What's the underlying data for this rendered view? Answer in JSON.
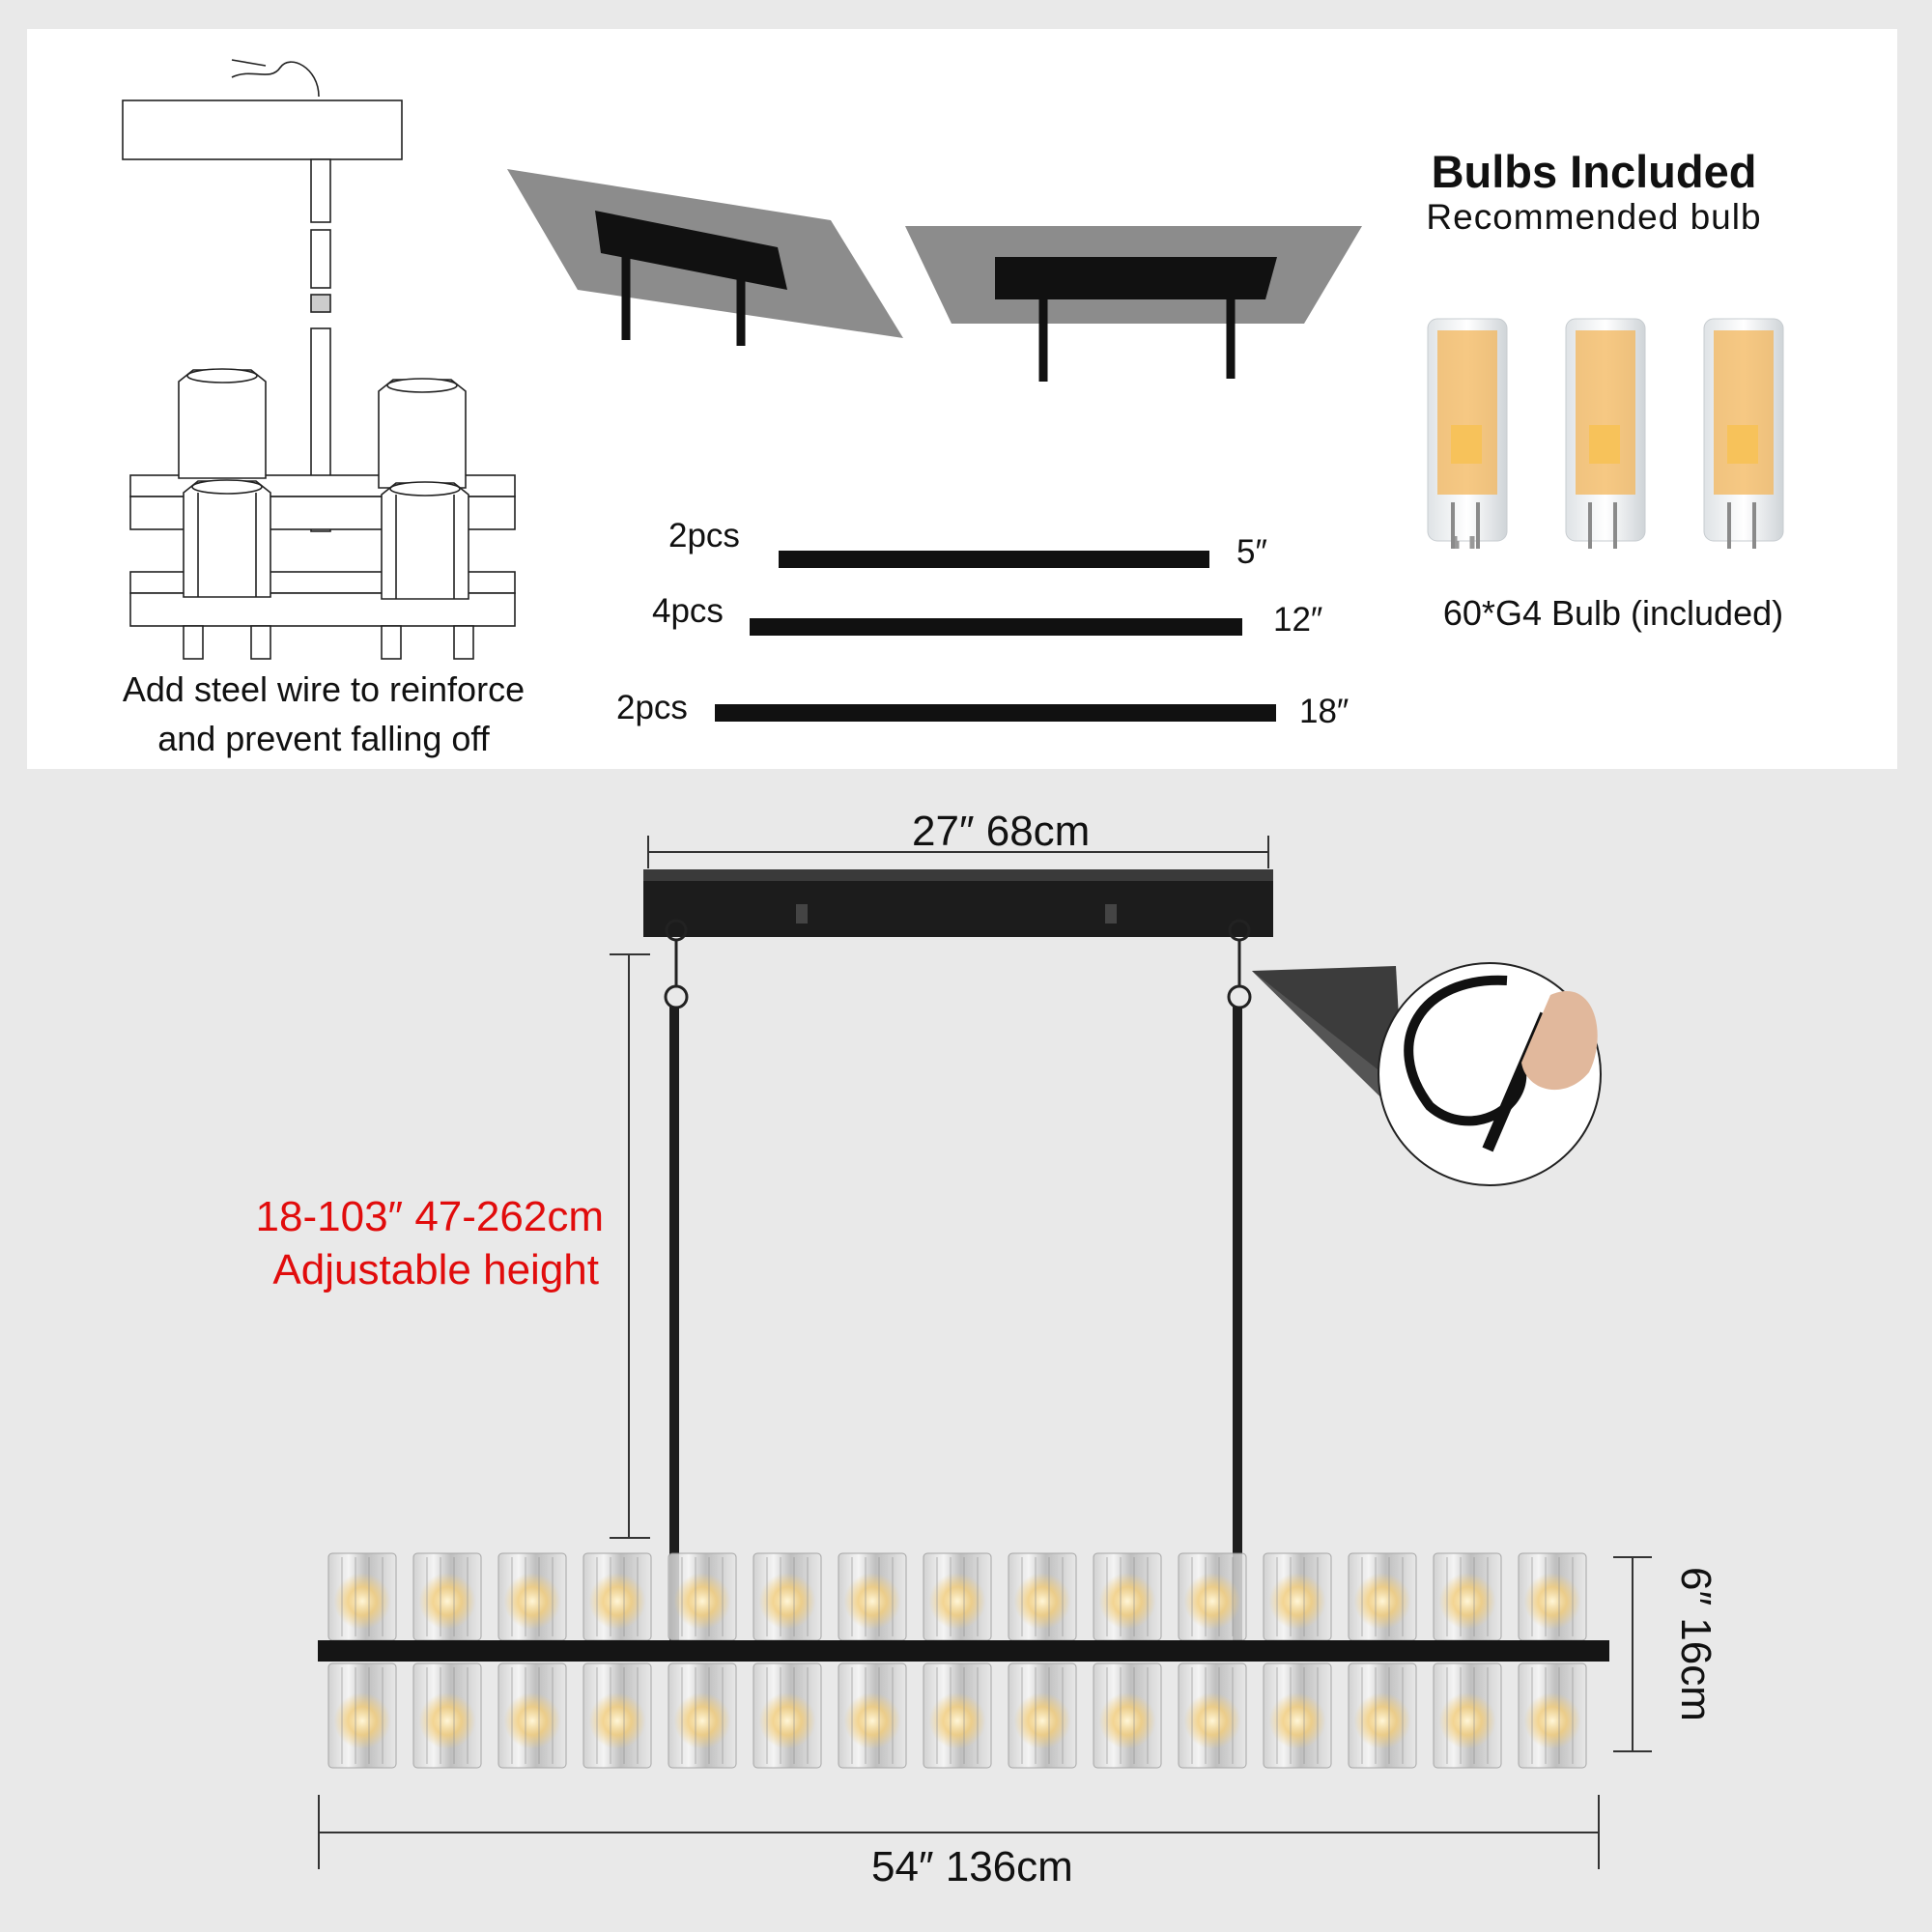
{
  "install": {
    "steel_wire_caption": "Add steel wire to reinforce and prevent falling off"
  },
  "rods": [
    {
      "qty": "2pcs",
      "length": "5″"
    },
    {
      "qty": "4pcs",
      "length": "12″"
    },
    {
      "qty": "2pcs",
      "length": "18″"
    }
  ],
  "bulbs": {
    "title": "Bulbs Included",
    "subtitle": "Recommended bulb",
    "caption": "60*G4 Bulb (included)"
  },
  "dimensions": {
    "canopy_width": "27″  68cm",
    "height_range": "18-103″ 47-262cm",
    "height_label": "Adjustable height",
    "fixture_height": "6″ 16cm",
    "fixture_width": "54″  136cm"
  },
  "colors": {
    "background": "#e9e9e9",
    "panel": "#ffffff",
    "metal": "#1a1a1a",
    "highlight_text": "#e10c0c",
    "bulb_chip": "#f3b65a"
  },
  "icons": [
    "ceiling-mount-icon",
    "crystal-assembly-icon",
    "canopy-plate-icon",
    "g4-bulb-icon",
    "hook-loop-icon"
  ]
}
